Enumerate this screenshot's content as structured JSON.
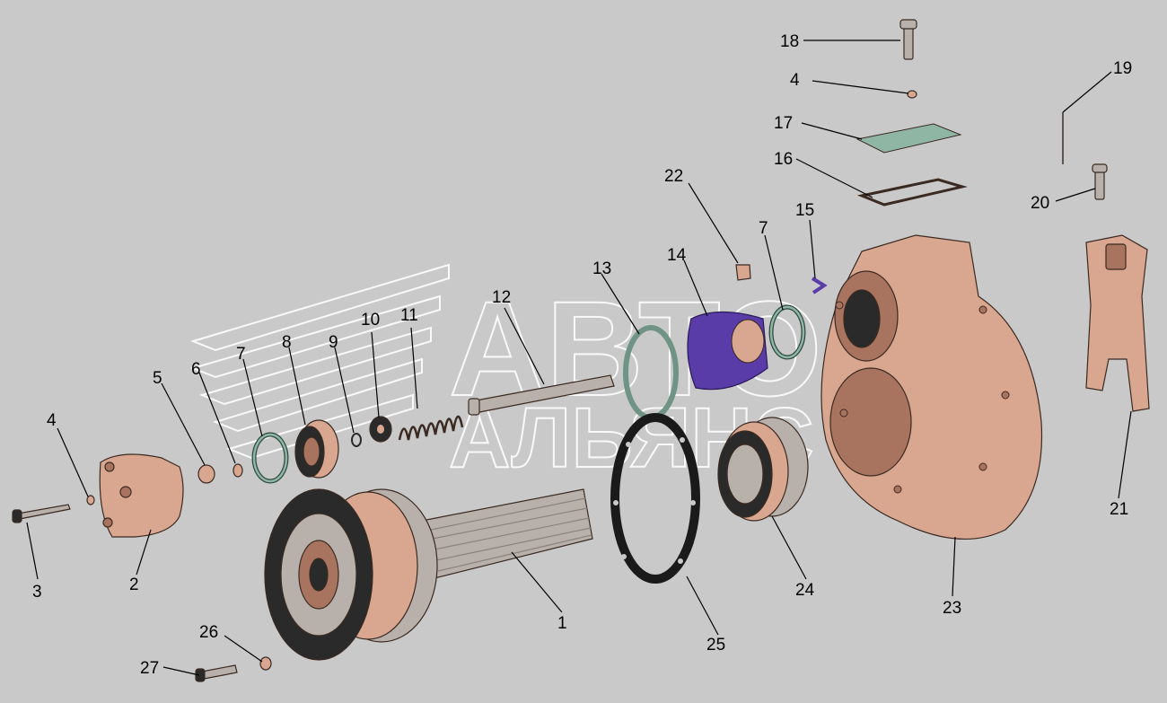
{
  "diagram": {
    "type": "exploded-assembly",
    "watermark_text": "АВТОАЛЬЯНС",
    "colors": {
      "background": "#c9c9c9",
      "housing": "#d9a690",
      "steel": "#b8b0aa",
      "seal": "#8fb5a5",
      "cap": "#5a3ca8"
    },
    "callouts": [
      {
        "id": "c1",
        "label": "1"
      },
      {
        "id": "c2",
        "label": "2"
      },
      {
        "id": "c3",
        "label": "3"
      },
      {
        "id": "c4a",
        "label": "4"
      },
      {
        "id": "c4b",
        "label": "4"
      },
      {
        "id": "c5",
        "label": "5"
      },
      {
        "id": "c6",
        "label": "6"
      },
      {
        "id": "c7a",
        "label": "7"
      },
      {
        "id": "c7b",
        "label": "7"
      },
      {
        "id": "c8",
        "label": "8"
      },
      {
        "id": "c9",
        "label": "9"
      },
      {
        "id": "c10",
        "label": "10"
      },
      {
        "id": "c11",
        "label": "11"
      },
      {
        "id": "c12",
        "label": "12"
      },
      {
        "id": "c13",
        "label": "13"
      },
      {
        "id": "c14",
        "label": "14"
      },
      {
        "id": "c15",
        "label": "15"
      },
      {
        "id": "c16",
        "label": "16"
      },
      {
        "id": "c17",
        "label": "17"
      },
      {
        "id": "c18",
        "label": "18"
      },
      {
        "id": "c19",
        "label": "19"
      },
      {
        "id": "c20",
        "label": "20"
      },
      {
        "id": "c21",
        "label": "21"
      },
      {
        "id": "c22",
        "label": "22"
      },
      {
        "id": "c23",
        "label": "23"
      },
      {
        "id": "c24",
        "label": "24"
      },
      {
        "id": "c25",
        "label": "25"
      },
      {
        "id": "c26",
        "label": "26"
      },
      {
        "id": "c27",
        "label": "27"
      }
    ]
  }
}
